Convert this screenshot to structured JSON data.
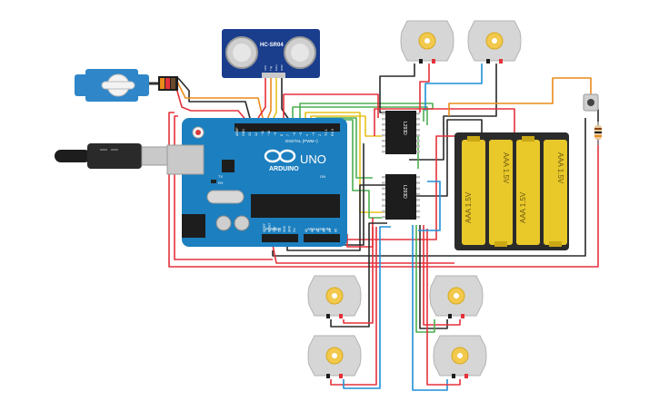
{
  "colors": {
    "wire_red": "#e5313b",
    "wire_black": "#2a2a2a",
    "wire_green": "#4caf50",
    "wire_yellow": "#e8c21b",
    "wire_blue": "#1f8fd6",
    "wire_orange": "#e98b1a",
    "arduino_blue": "#1c7fbf",
    "sensor_blue": "#1a3d8c",
    "battery_yellow": "#e9c82a",
    "battery_holder": "#2b2b2b",
    "motor_grey": "#d6d6d6",
    "motor_hub": "#f2c94c",
    "servo_blue": "#2f86c9",
    "chip_black": "#1d1d1d"
  },
  "sensor": {
    "label": "HC-SR04",
    "pins": [
      "VCC",
      "Trig",
      "Echo",
      "GND"
    ]
  },
  "arduino": {
    "brand": "ARDUINO",
    "model": "UNO",
    "digital_label": "DIGITAL (PWM~)",
    "power_label": "POWER",
    "analog_label": "ANALOG IN",
    "tx_label": "TX",
    "rx_label": "RX",
    "on_label": "ON",
    "digital_pins": [
      "AREF",
      "GND",
      "13",
      "12",
      "~11",
      "~10",
      "~9",
      "8",
      "7",
      "~6",
      "~5",
      "4",
      "~3",
      "2",
      "TX 1",
      "RX 0"
    ],
    "power_pins": [
      "IOREF",
      "RESET",
      "3.3V",
      "5V",
      "GND",
      "GND",
      "Vin"
    ],
    "analog_pins": [
      "A0",
      "A1",
      "A2",
      "A3",
      "A4",
      "A5"
    ]
  },
  "drivers": [
    {
      "label": "L293D"
    },
    {
      "label": "L293D"
    }
  ],
  "batteries": [
    {
      "label": "AAA 1.5V"
    },
    {
      "label": "AAA 1.5V"
    },
    {
      "label": "AAA 1.5V"
    },
    {
      "label": "AAA 1.5V"
    }
  ]
}
